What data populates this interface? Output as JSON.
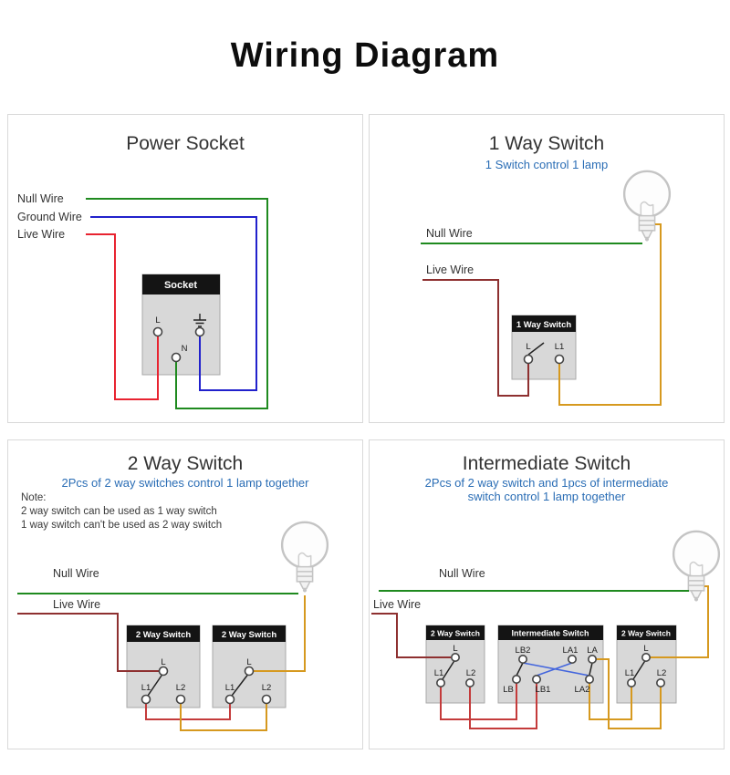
{
  "page": {
    "title": "Wiring Diagram"
  },
  "colors": {
    "null_wire_green": "#1f8a1f",
    "ground_wire_blue": "#2121cc",
    "live_wire_red": "#e82330",
    "live_wire_dark_red": "#8e3030",
    "traveler_red": "#c43b3b",
    "lamp_wire_orange": "#d6991f",
    "intermediate_cross_blue": "#4466dd",
    "subtitle_blue": "#2a6db5"
  },
  "panels": {
    "power_socket": {
      "title": "Power Socket",
      "null_wire_label": "Null Wire",
      "ground_wire_label": "Ground Wire",
      "live_wire_label": "Live Wire",
      "socket": {
        "label": "Socket",
        "terminal_l": "L",
        "terminal_n": "N",
        "earth_icon": "earth-ground-symbol"
      }
    },
    "one_way_switch": {
      "title": "1 Way Switch",
      "subtitle": "1 Switch control 1 lamp",
      "null_wire_label": "Null Wire",
      "live_wire_label": "Live Wire",
      "switch": {
        "label": "1 Way Switch",
        "terminal_l": "L",
        "terminal_l1": "L1"
      }
    },
    "two_way_switch": {
      "title": "2 Way Switch",
      "subtitle": "2Pcs of 2 way switches control 1 lamp together",
      "note_line1": "Note:",
      "note_line2": "2 way switch can be used as 1 way switch",
      "note_line3": "1 way switch can't be used as 2 way switch",
      "null_wire_label": "Null Wire",
      "live_wire_label": "Live Wire",
      "switch_left": {
        "label": "2 Way Switch",
        "terminal_l": "L",
        "terminal_l1": "L1",
        "terminal_l2": "L2"
      },
      "switch_right": {
        "label": "2 Way Switch",
        "terminal_l": "L",
        "terminal_l1": "L1",
        "terminal_l2": "L2"
      }
    },
    "intermediate_switch": {
      "title": "Intermediate Switch",
      "subtitle_line1": "2Pcs of 2 way switch and 1pcs of intermediate",
      "subtitle_line2": "switch control 1 lamp together",
      "null_wire_label": "Null Wire",
      "live_wire_label": "Live Wire",
      "switch_left": {
        "label": "2 Way Switch",
        "terminal_l": "L",
        "terminal_l1": "L1",
        "terminal_l2": "L2"
      },
      "switch_middle": {
        "label": "Intermediate Switch",
        "terminal_lb2": "LB2",
        "terminal_la1": "LA1",
        "terminal_la": "LA",
        "terminal_lb": "LB",
        "terminal_lb1": "LB1",
        "terminal_la2": "LA2"
      },
      "switch_right": {
        "label": "2 Way Switch",
        "terminal_l": "L",
        "terminal_l1": "L1",
        "terminal_l2": "L2"
      }
    }
  }
}
